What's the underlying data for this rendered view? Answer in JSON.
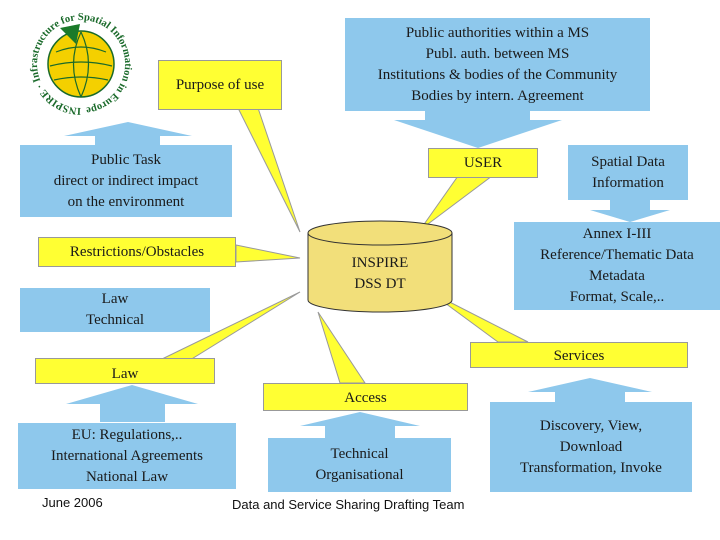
{
  "logo": {
    "ring_text": "INSPIRE · Infrastructure for Spatial Information in Europe"
  },
  "nodes": {
    "purpose": {
      "text": "Purpose of use"
    },
    "authorities": {
      "lines": [
        "Public authorities within a MS",
        "Publ. auth. between MS",
        "Institutions & bodies of the Community",
        "Bodies by intern. Agreement"
      ]
    },
    "public_task": {
      "lines": [
        "Public Task",
        "direct or indirect impact",
        "on the environment"
      ]
    },
    "user": {
      "text": "USER"
    },
    "spatial_data": {
      "lines": [
        "Spatial Data",
        "Information"
      ]
    },
    "restrictions": {
      "text": "Restrictions/Obstacles"
    },
    "law_technical": {
      "lines": [
        "Law",
        "Technical"
      ]
    },
    "inspire": {
      "lines": [
        "INSPIRE",
        "DSS DT"
      ]
    },
    "annex": {
      "lines": [
        "Annex I-III",
        "Reference/Thematic Data",
        "Metadata",
        "Format, Scale,.."
      ]
    },
    "law": {
      "text": "Law"
    },
    "services": {
      "text": "Services"
    },
    "access": {
      "text": "Access"
    },
    "eu": {
      "lines": [
        "EU: Regulations,..",
        "International Agreements",
        "National Law"
      ]
    },
    "tech_org": {
      "lines": [
        "Technical",
        "Organisational"
      ]
    },
    "discovery": {
      "lines": [
        "Discovery, View,",
        "Download",
        "Transformation, Invoke"
      ]
    }
  },
  "footer": {
    "date": "June 2006",
    "team": "Data and Service Sharing Drafting Team"
  },
  "colors": {
    "yellow": "#ffff33",
    "blue": "#8ec8ec",
    "cylinder": "#f2df7a"
  }
}
